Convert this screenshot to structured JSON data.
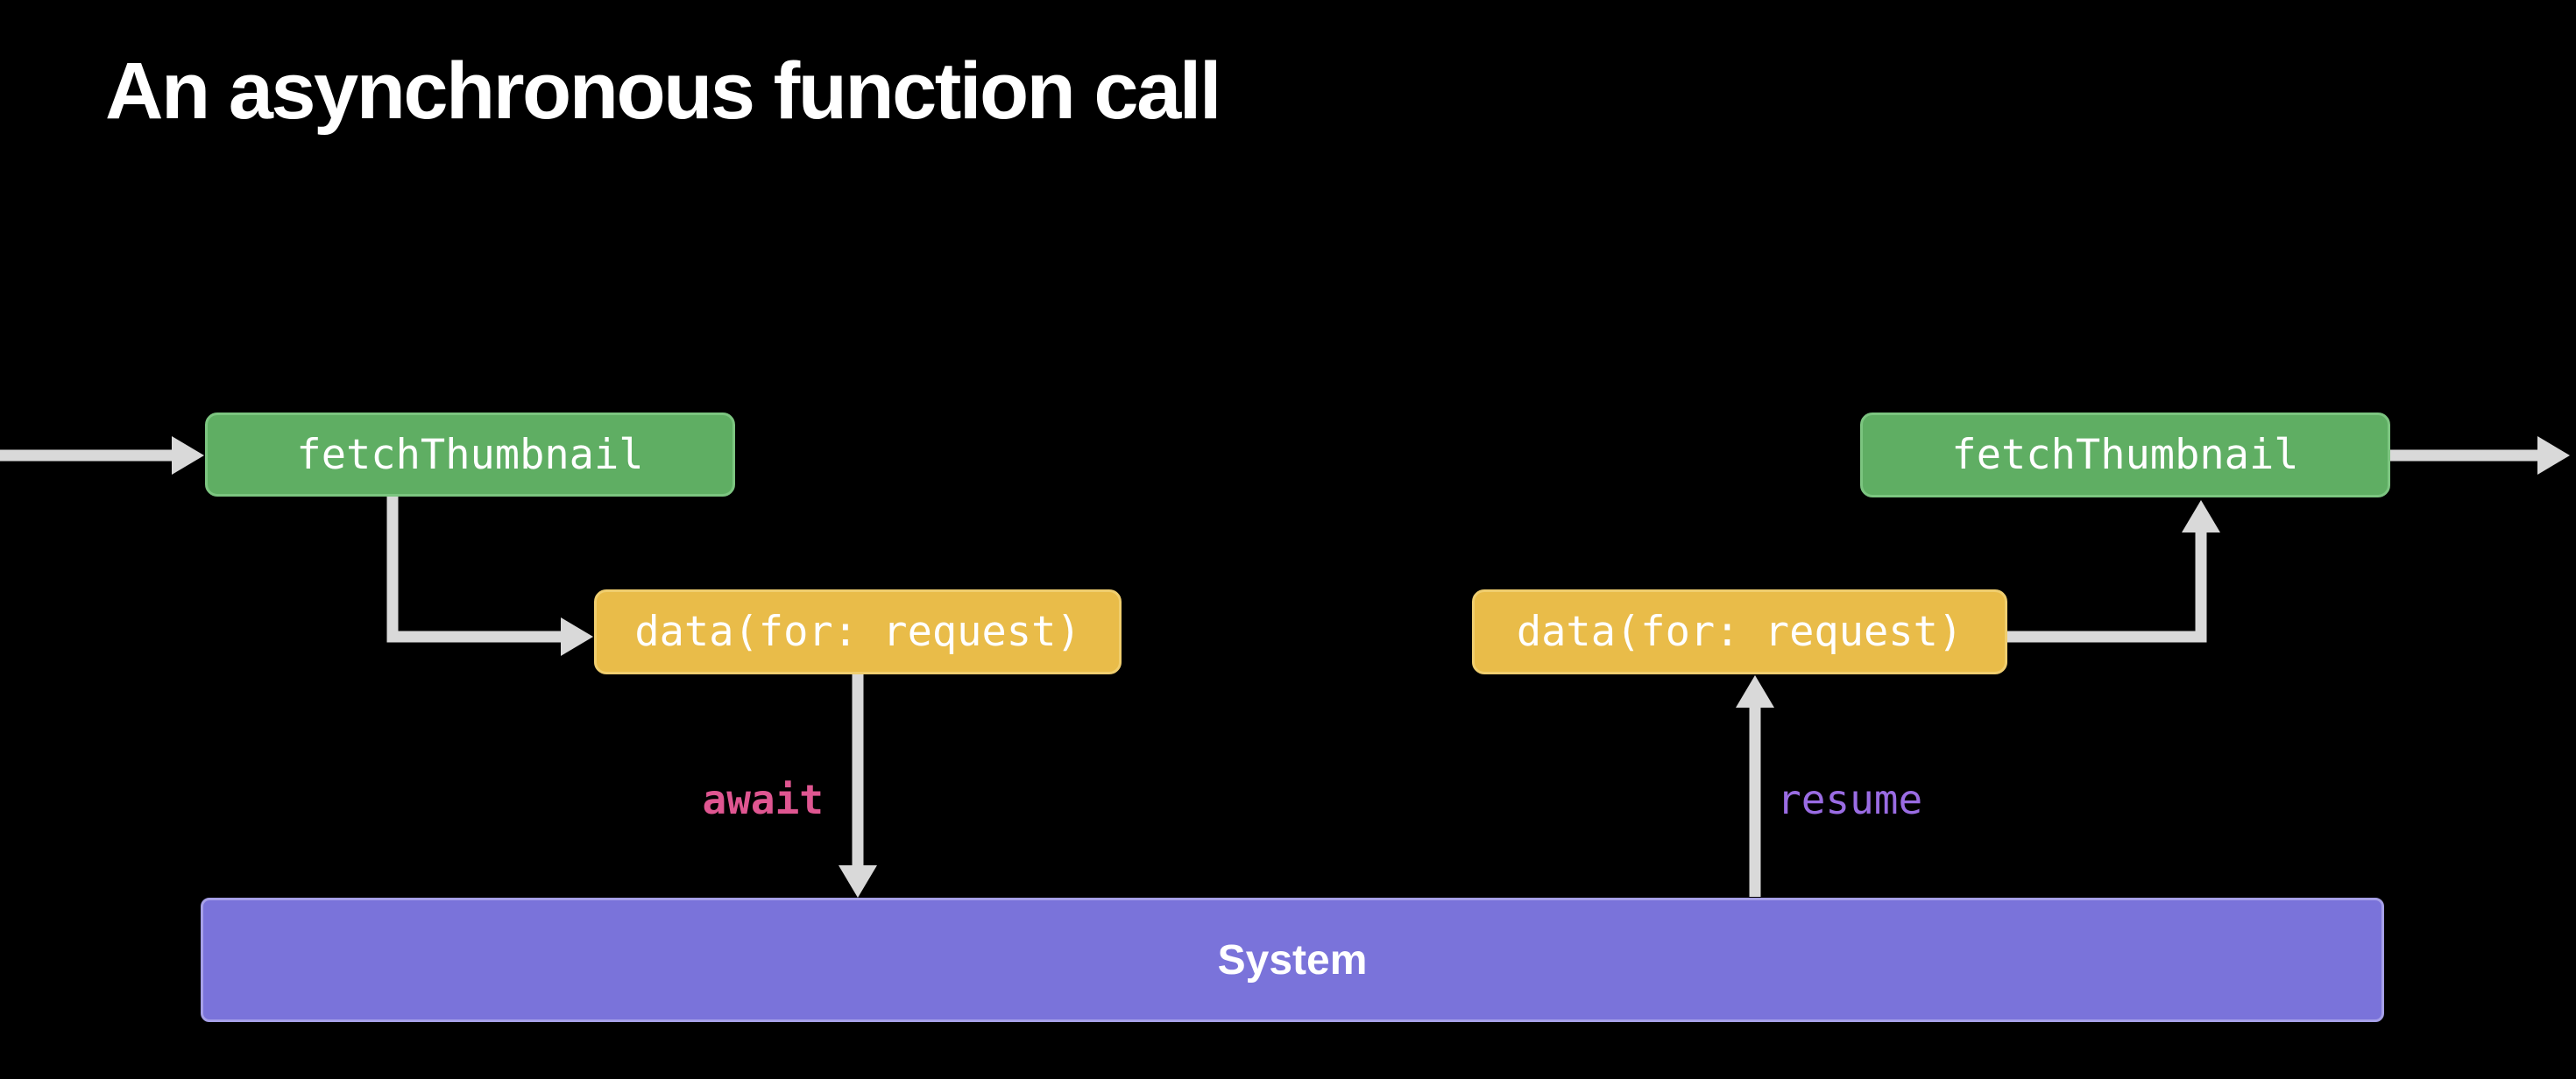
{
  "title": "An asynchronous function call",
  "diagram": {
    "nodes": {
      "fetch_left": {
        "label": "fetchThumbnail",
        "color": "green"
      },
      "data_left": {
        "label": "data(for: request)",
        "color": "yellow"
      },
      "data_right": {
        "label": "data(for: request)",
        "color": "yellow"
      },
      "fetch_right": {
        "label": "fetchThumbnail",
        "color": "green"
      },
      "system": {
        "label": "System",
        "color": "purple"
      }
    },
    "annotations": {
      "await": {
        "label": "await",
        "color": "#DF5691"
      },
      "resume": {
        "label": "resume",
        "color": "#9A6CE3"
      }
    },
    "arrows": [
      "enter-fetchThumbnail-left",
      "fetchThumbnail-to-data",
      "data-await-down-to-system",
      "system-resume-up-to-data",
      "data-to-fetchThumbnail",
      "exit-fetchThumbnail-right"
    ]
  },
  "colors": {
    "bg": "#000000",
    "text": "#ffffff",
    "green": "#5fae63",
    "green-border": "#7cc580",
    "yellow": "#e9bc49",
    "yellow-border": "#f0ce6e",
    "purple": "#7a73da",
    "purple-border": "#a6a0e8",
    "arrow": "#d9d9d9",
    "await": "#df5691",
    "resume": "#9a6ce3"
  }
}
